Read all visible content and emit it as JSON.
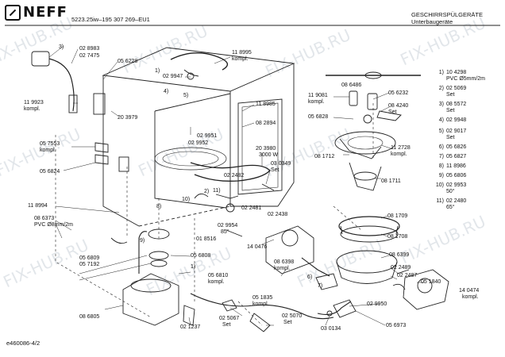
{
  "header": {
    "brand": "NEFF",
    "model": "5223.25iw–195 307 269–EU1",
    "title_line1": "GESCHIRRSPÜLGERÄTE",
    "title_line2": "Unterbaugeräte",
    "doc_id": "e460086-4/2"
  },
  "watermark": "FIX-HUB.RU",
  "legend": [
    {
      "n": "1)",
      "code": "10 4298",
      "note": "PVC Ø5mm/2m"
    },
    {
      "n": "2)",
      "code": "02 5069",
      "note": "Set"
    },
    {
      "n": "3)",
      "code": "08 5572",
      "note": "Set"
    },
    {
      "n": "4)",
      "code": "02 9948",
      "note": ""
    },
    {
      "n": "5)",
      "code": "02 9017",
      "note": "Set"
    },
    {
      "n": "6)",
      "code": "05 6826",
      "note": ""
    },
    {
      "n": "7)",
      "code": "05 6827",
      "note": ""
    },
    {
      "n": "8)",
      "code": "11 8986",
      "note": ""
    },
    {
      "n": "9)",
      "code": "05 6806",
      "note": ""
    },
    {
      "n": "10)",
      "code": "02 9953",
      "note": "50°"
    },
    {
      "n": "11)",
      "code": "02 2480",
      "note": "65°"
    }
  ],
  "labels": {
    "l_3": "3)",
    "l_028983": "02 8983",
    "l_027475": "02 7475",
    "l_056228": "05 6228",
    "l_118995": "11 8995",
    "l_kompl_118995": "kompl.",
    "l_1a": "1)",
    "l_029947": "02 9947",
    "l_4": "4)",
    "l_5": "5)",
    "l_118985": "11 8985",
    "l_119923": "11 9923",
    "l_kompl_119923": "kompl.",
    "l_203979": "20 3979",
    "l_029951": "02 9951",
    "l_029952": "02 9952",
    "l_082894": "08 2894",
    "l_057553": "05 7553",
    "l_kompl_057553": "kompl.",
    "l_203980": "20 3980",
    "l_3000w": "3000 W",
    "l_030349": "03 0349",
    "l_set_030349": "Set",
    "l_056824": "05 6824",
    "l_022482": "02 2482",
    "l_10": "10)",
    "l_2": "2)",
    "l_11": "11)",
    "l_118994": "11 8994",
    "l_8": "8)",
    "l_022481": "02 2481",
    "l_022438": "02 2438",
    "l_029954": "02 9954",
    "l_85deg": "85°",
    "l_018516": "01 8516",
    "l_086373": "08 6373",
    "l_pvc8": "PVC Ø8mm/2m",
    "l_9": "9)",
    "l_140476": "14 0476",
    "l_056808": "05 6808",
    "l_056809": "05 6809",
    "l_057192": "05 7192",
    "l_1b": "1)",
    "l_056810": "05 6810",
    "l_kompl_056810": "kompl.",
    "l_086398": "08 6398",
    "l_kompl_086398": "kompl.",
    "l_6": "6)",
    "l_7": "7)",
    "l_086805": "08 6805",
    "l_021237": "02 1237",
    "l_051835": "05 1835",
    "l_kompl_051835": "kompl.",
    "l_025067": "02 5067",
    "l_set_025067": "Set",
    "l_025070": "02 5070",
    "l_set_025070": "Set",
    "l_030134": "03 0134",
    "l_086486": "08 6486",
    "l_119081": "11 9081",
    "l_kompl_119081": "kompl.",
    "l_056232": "05 6232",
    "l_084240": "08 4240",
    "l_set_084240": "Set",
    "l_056828": "05 6828",
    "l_112728": "11 2728",
    "l_kompl_112728": "kompl.",
    "l_081712": "08 1712",
    "l_081711": "08 1711",
    "l_081709": "08 1709",
    "l_081708": "08 1708",
    "l_086399": "08 6399",
    "l_022489": "02 2489",
    "l_022487": "02 2487",
    "l_051840": "05 1840",
    "l_140474": "14 0474",
    "l_kompl_140474": "kompl.",
    "l_029950": "02 9950",
    "l_056973": "05 6973"
  }
}
